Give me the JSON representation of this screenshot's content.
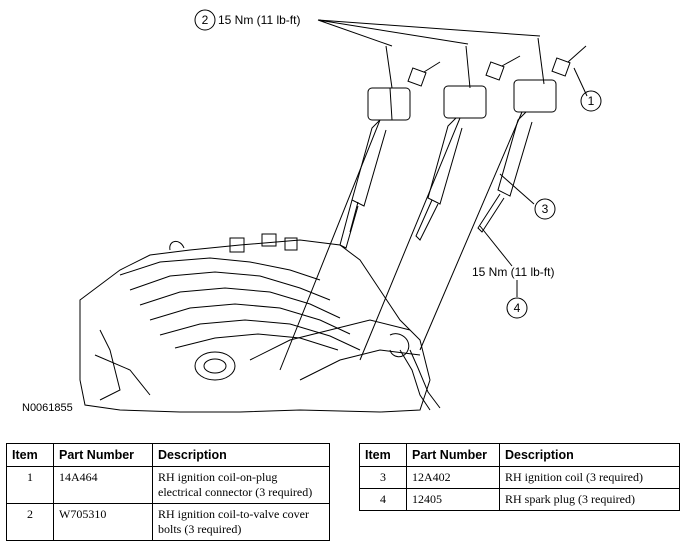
{
  "diagram": {
    "figure_id": "N0061855",
    "callouts": [
      {
        "number": "1"
      },
      {
        "number": "2",
        "label": "15 Nm (11 lb-ft)"
      },
      {
        "number": "3"
      },
      {
        "number": "4",
        "label": "15 Nm (11 lb-ft)"
      }
    ]
  },
  "tables": {
    "headers": {
      "item": "Item",
      "part_number": "Part Number",
      "description": "Description"
    },
    "left_rows": [
      {
        "item": "1",
        "part_number": "14A464",
        "description": "RH ignition coil-on-plug electrical connector (3 required)"
      },
      {
        "item": "2",
        "part_number": "W705310",
        "description": "RH ignition coil-to-valve cover bolts (3 required)"
      }
    ],
    "right_rows": [
      {
        "item": "3",
        "part_number": "12A402",
        "description": "RH ignition coil (3 required)"
      },
      {
        "item": "4",
        "part_number": "12405",
        "description": "RH spark plug (3 required)"
      }
    ]
  }
}
